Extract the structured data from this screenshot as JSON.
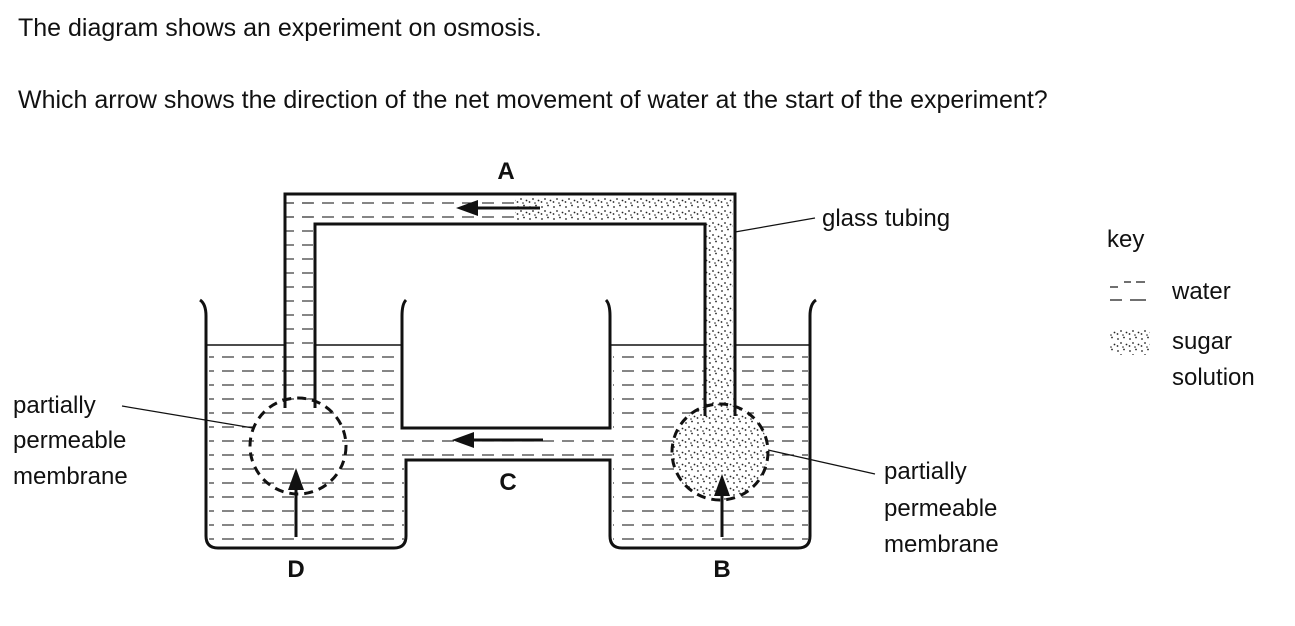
{
  "question": {
    "intro": "The diagram shows an experiment on osmosis.",
    "prompt": "Which arrow shows the direction of the net movement of water at the start of the experiment?"
  },
  "labels": {
    "arrow_a": "A",
    "arrow_b": "B",
    "arrow_c": "C",
    "arrow_d": "D",
    "glass_tubing": "glass tubing",
    "membrane_left": [
      "partially",
      "permeable",
      "membrane"
    ],
    "membrane_right": [
      "partially",
      "permeable",
      "membrane"
    ]
  },
  "key": {
    "title": "key",
    "items": [
      {
        "label": [
          "water"
        ],
        "pattern": "dashes"
      },
      {
        "label": [
          "sugar",
          "solution"
        ],
        "pattern": "dots"
      }
    ]
  }
}
